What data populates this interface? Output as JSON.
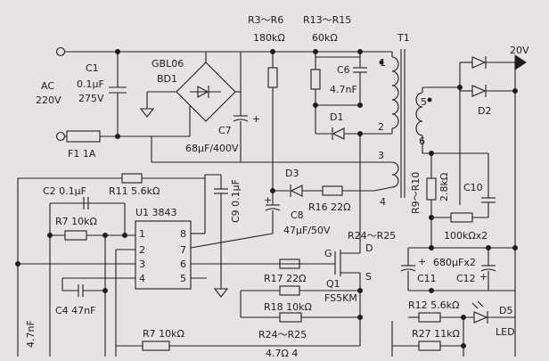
{
  "labels": {
    "ac": "AC",
    "ac_v": "220V",
    "c1": "C1",
    "c1_v": "0.1μF",
    "c1_r": "275V",
    "f1": "F1  1A",
    "gbl": "GBL06",
    "bd1": "BD1",
    "c7": "C7",
    "c7_v": "68μF/400V",
    "r3": "R3～R6",
    "r3_v": "180kΩ",
    "r13": "R13～R15",
    "r13_v": "60kΩ",
    "c6": "C6",
    "c6_v": "4.7nF",
    "d1": "D1",
    "t1": "T1",
    "out": "20V",
    "d2": "D2",
    "d3": "D3",
    "r16": "R16  22Ω",
    "c8": "C8",
    "c8_v": "47μF/50V",
    "c9": "C9  0.1μF",
    "c2": "C2  0.1μF",
    "r11": "R11  5.6kΩ",
    "r7a": "R7  10kΩ",
    "u1": "U1  3843",
    "c4": "C4  47nF",
    "r7b": "R7  10kΩ",
    "c47": "4.7nF",
    "r24": "R24～R25",
    "g": "G",
    "d": "D",
    "s": "S",
    "r17": "R17  22Ω",
    "q1": "Q1",
    "fs5km": "FS5KM",
    "r18": "R18  10kΩ",
    "r24b": "R24～R25",
    "r9": "R9～R10",
    "r9_v": "2.8kΩ",
    "c10": "C10",
    "r100k": "100kΩx2",
    "c11": "C11",
    "c680": "680μFx2",
    "c12": "C12",
    "r12": "R12  5.6kΩ",
    "r27": "R27  11kΩ",
    "d5": "D5",
    "led": "LED",
    "p1": "1",
    "p2": "2",
    "p3": "3",
    "p4": "4",
    "p5": "5",
    "p6": "6",
    "u1p1": "1",
    "u1p2": "2",
    "u1p3": "3",
    "u1p4": "4",
    "u1p5": "5",
    "u1p6": "6",
    "u1p7": "7",
    "u1p8": "8",
    "partial": "4.7Ω  4"
  }
}
